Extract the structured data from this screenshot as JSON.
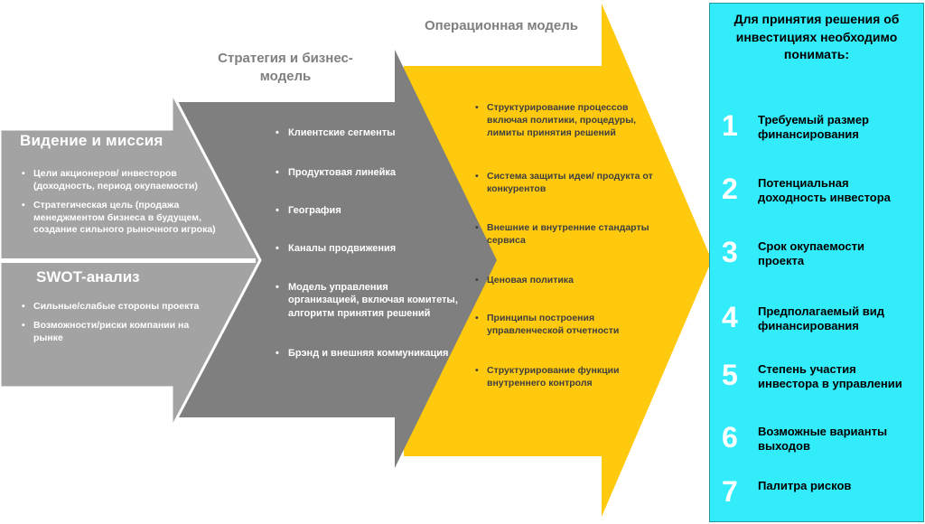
{
  "colors": {
    "stage1": "#A3A3A3",
    "stage2": "#7F7F7F",
    "stage3": "#FFC90E",
    "panel_bg": "#33ECFA"
  },
  "stage1": {
    "vision": {
      "title": "Видение и миссия",
      "bullets": [
        "Цели акционеров/ инвесторов (доходность, период окупаемости)",
        "Стратегическая цель (продажа менеджментом бизнеса в будущем, создание сильного рыночного игрока)"
      ]
    },
    "swot": {
      "title": "SWOT-анализ",
      "bullets": [
        "Сильные/слабые стороны проекта",
        "Возможности/риски компании на рынке"
      ]
    }
  },
  "stage2": {
    "title": "Стратегия и бизнес-модель",
    "bullets": [
      "Клиентские сегменты",
      "Продуктовая линейка",
      "География",
      "Каналы продвижения",
      "Модель управления организацией, включая комитеты, алгоритм принятия решений",
      "Брэнд и внешняя коммуникация"
    ]
  },
  "stage3": {
    "title": "Операционная модель",
    "bullets": [
      "Структурирование процессов включая политики, процедуры, лимиты принятия решений",
      "Система защиты идеи/ продукта от конкурентов",
      "Внешние и внутренние стандарты сервиса",
      "Ценовая политика",
      "Принципы построения управленческой отчетности",
      "Структурирование функции внутреннего контроля"
    ]
  },
  "panel": {
    "title": "Для принятия решения об инвестициях необходимо понимать:",
    "items": [
      {
        "num": "1",
        "label": "Требуемый размер финансирования"
      },
      {
        "num": "2",
        "label": "Потенциальная доходность инвестора"
      },
      {
        "num": "3",
        "label": "Срок окупаемости проекта"
      },
      {
        "num": "4",
        "label": "Предполагаемый вид финансирования"
      },
      {
        "num": "5",
        "label": "Степень участия инвестора в управлении"
      },
      {
        "num": "6",
        "label": "Возможные варианты выходов"
      },
      {
        "num": "7",
        "label": "Палитра рисков"
      }
    ]
  }
}
